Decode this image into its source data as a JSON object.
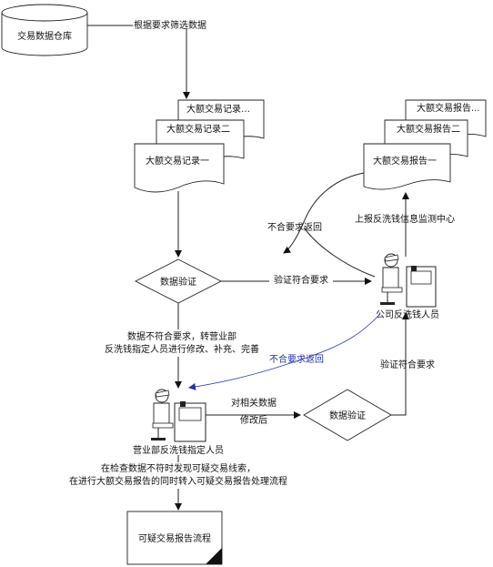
{
  "diagram": {
    "nodes": {
      "warehouse": "交易数据仓库",
      "records": [
        "大额交易记录…",
        "大额交易记录二",
        "大额交易记录一"
      ],
      "reports": [
        "大额交易报告...",
        "大额交易报告二",
        "大额交易报告一"
      ],
      "validate1": "数据验证",
      "validate2": "数据验证",
      "company_staff": "公司反洗钱人员",
      "branch_staff": "营业部反洗钱指定人员",
      "suspicious_flow": "可疑交易报告流程"
    },
    "edges": {
      "filter": "根据要求筛选数据",
      "pass_to_company": "验证符合要求",
      "upload": "上报反洗钱信息监测中心",
      "reject_report": "不合要求返回",
      "fail_line1": "数据不符合要求，转营业部",
      "fail_line2": "反洗钱指定人员进行修改、补充、完善",
      "reject_back": "不合要求返回",
      "modified_line1": "对相关数据",
      "modified_line2": "修改后",
      "pass2": "验证符合要求",
      "suspicious_line1": "在检查数据不符时发现可疑交易线索，",
      "suspicious_line2": "在进行大额交易报告的同时转入可疑交易报告处理流程"
    }
  }
}
